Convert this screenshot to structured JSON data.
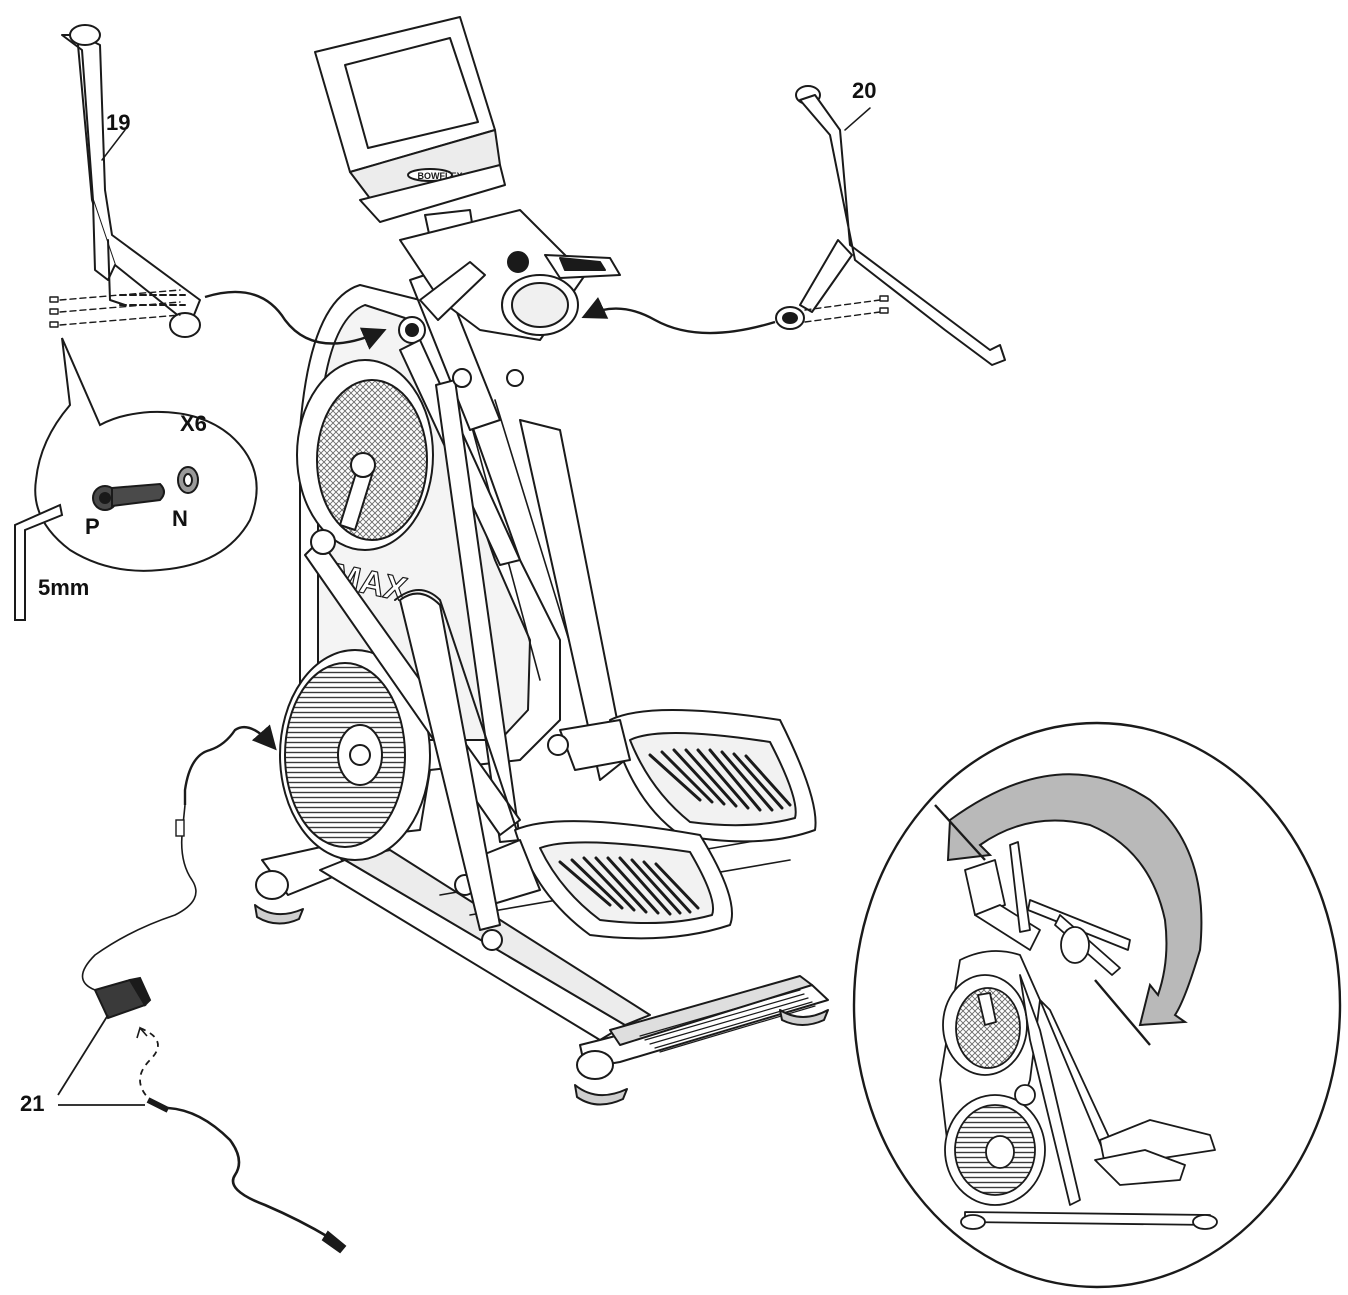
{
  "labels": {
    "part_19": "19",
    "part_20": "20",
    "part_21": "21",
    "quantity": "X6",
    "bolt": "P",
    "washer": "N",
    "wrench_size": "5mm"
  },
  "console": {
    "brand_text": "BOWFLEX"
  },
  "frame": {
    "model_text": "MAX"
  },
  "colors": {
    "line": "#1a1a1a",
    "shade": "#bdbdbd",
    "mesh": "#6b6b6b",
    "background": "#ffffff"
  }
}
